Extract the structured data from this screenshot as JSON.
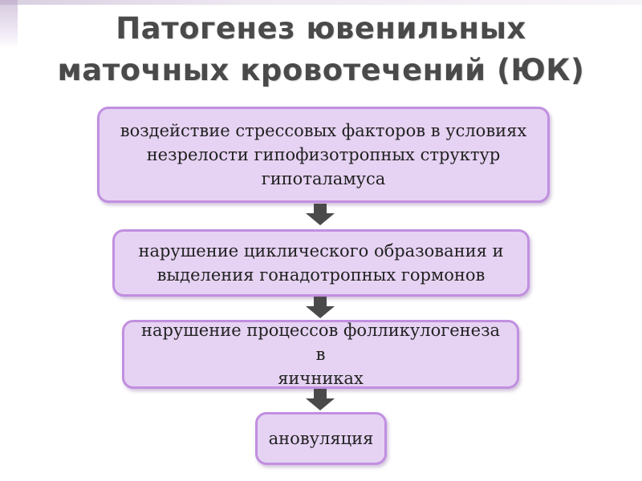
{
  "title": {
    "line1": "Патогенез ювенильных",
    "line2": "маточных кровотечений (ЮК)"
  },
  "steps": [
    {
      "text": "воздействие стрессовых факторов в условиях\nнезрелости гипофизотропных структур\nгипоталамуса"
    },
    {
      "text": "нарушение циклического образования и\nвыделения гонадотропных гормонов"
    },
    {
      "text": "нарушение процессов фолликулогенеза в\nяичниках"
    },
    {
      "text": "ановуляция"
    }
  ],
  "colors": {
    "box_fill": "#e6d3f3",
    "box_border": "#c18fe0",
    "arrow": "#4a4a4a",
    "title": "#4a4a4a"
  },
  "icons": {
    "connector": "down-arrow-icon"
  }
}
